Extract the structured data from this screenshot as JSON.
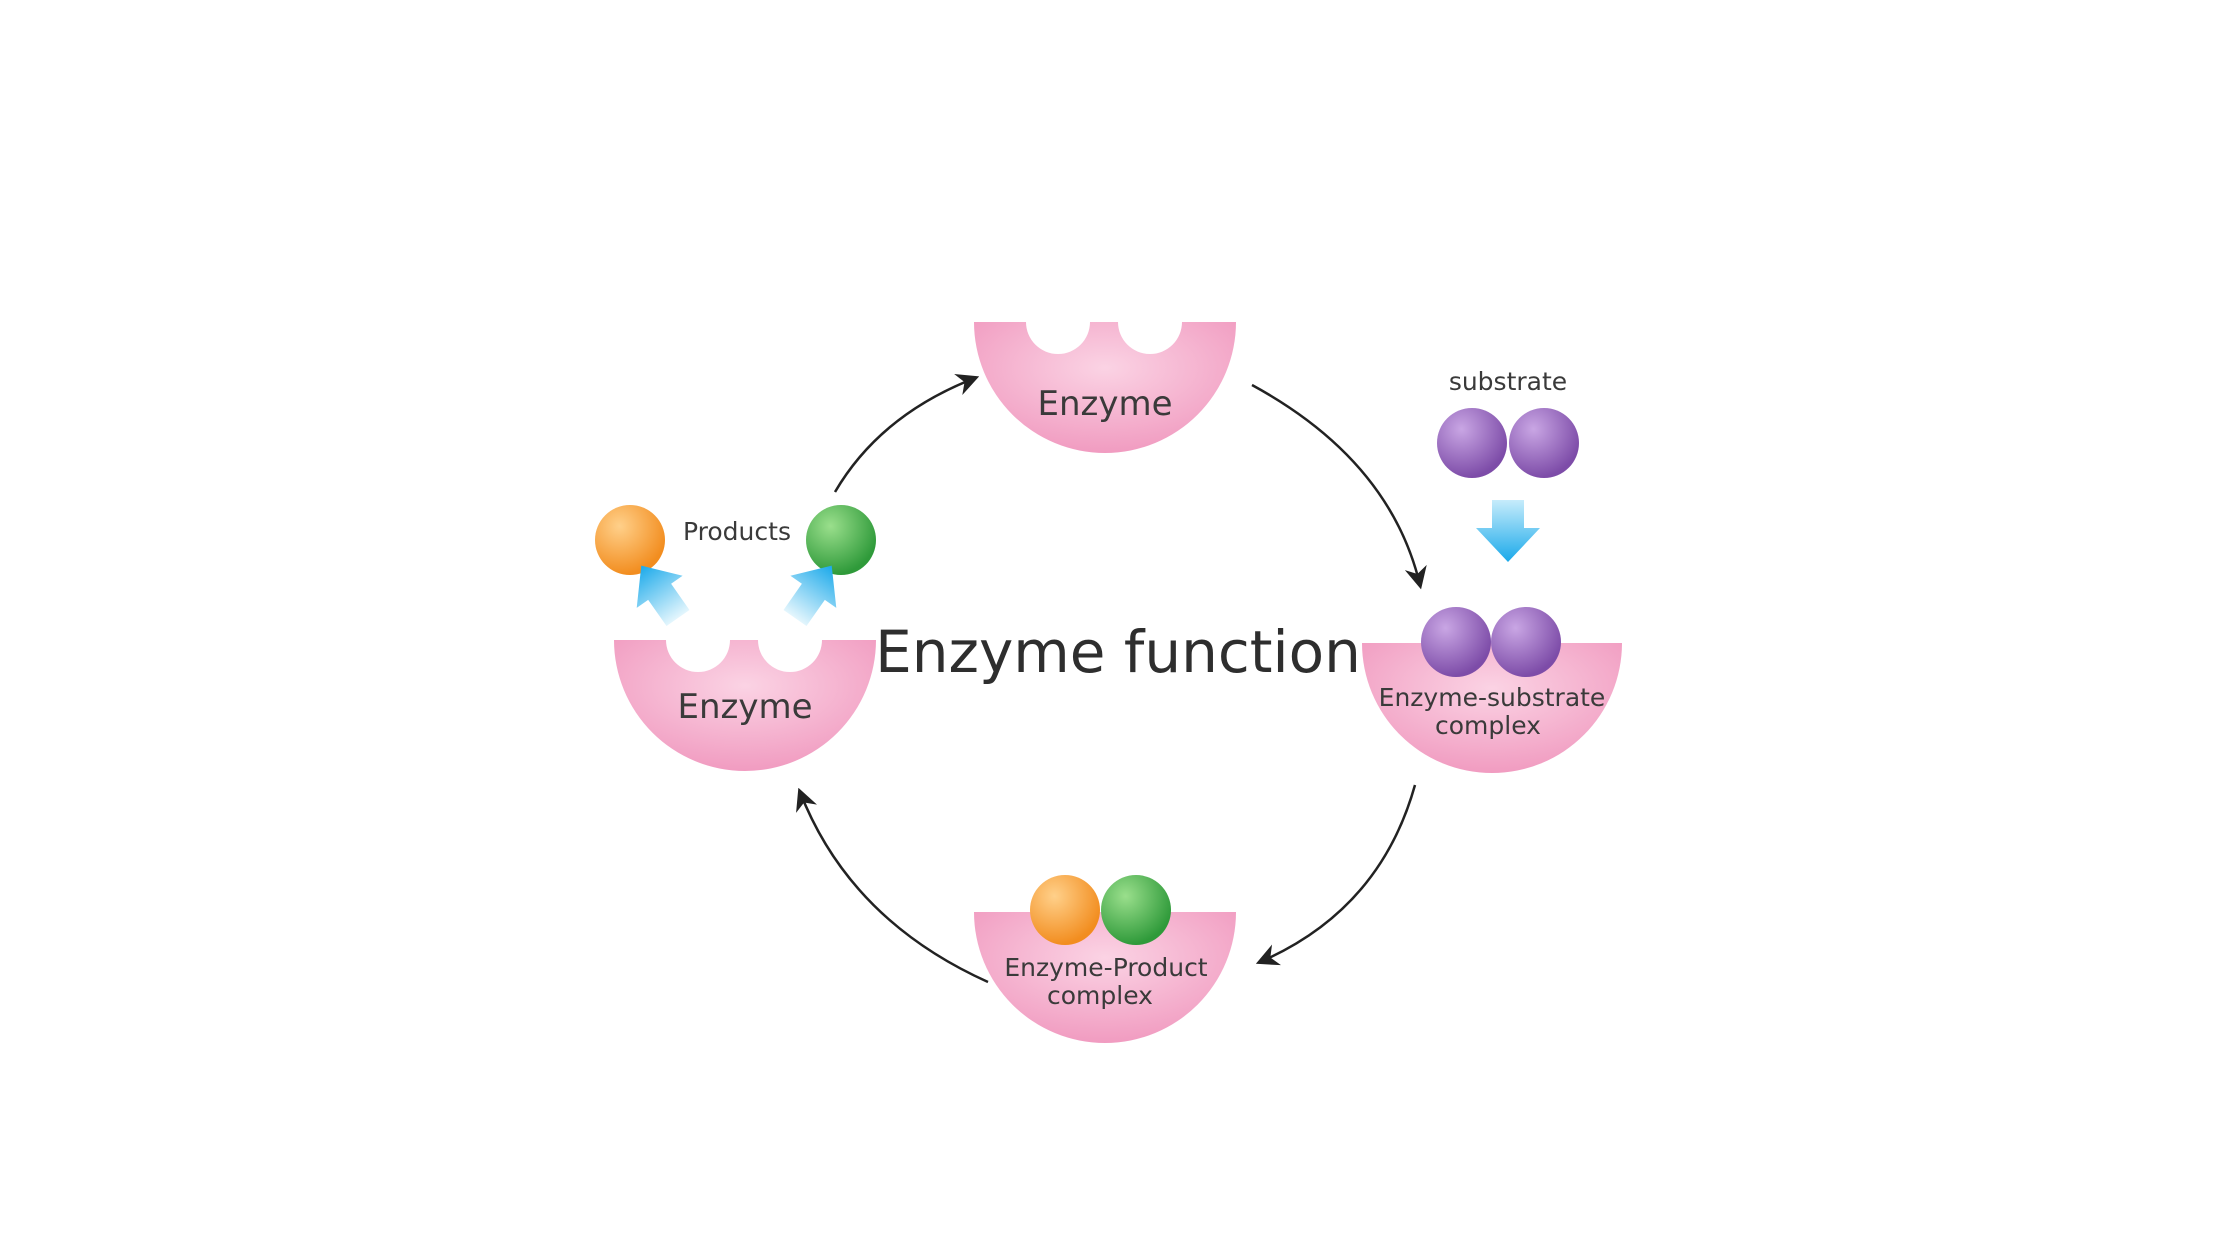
{
  "title": "Enzyme function",
  "labels": {
    "top_enzyme": "Enzyme",
    "left_enzyme": "Enzyme",
    "products": "Products",
    "substrate": "substrate",
    "es_complex_line1": "Enzyme-substrate",
    "es_complex_line2": "complex",
    "ep_complex_line1": "Enzyme-Product",
    "ep_complex_line2": "complex"
  },
  "colors": {
    "enzyme_pink": "#f4a9c8",
    "substrate_purple": "#9b6bbf",
    "product_orange": "#f7a94b",
    "product_green": "#4caf50",
    "arrow_blue": "#2fb6ee",
    "cycle_arrow": "#222222"
  }
}
